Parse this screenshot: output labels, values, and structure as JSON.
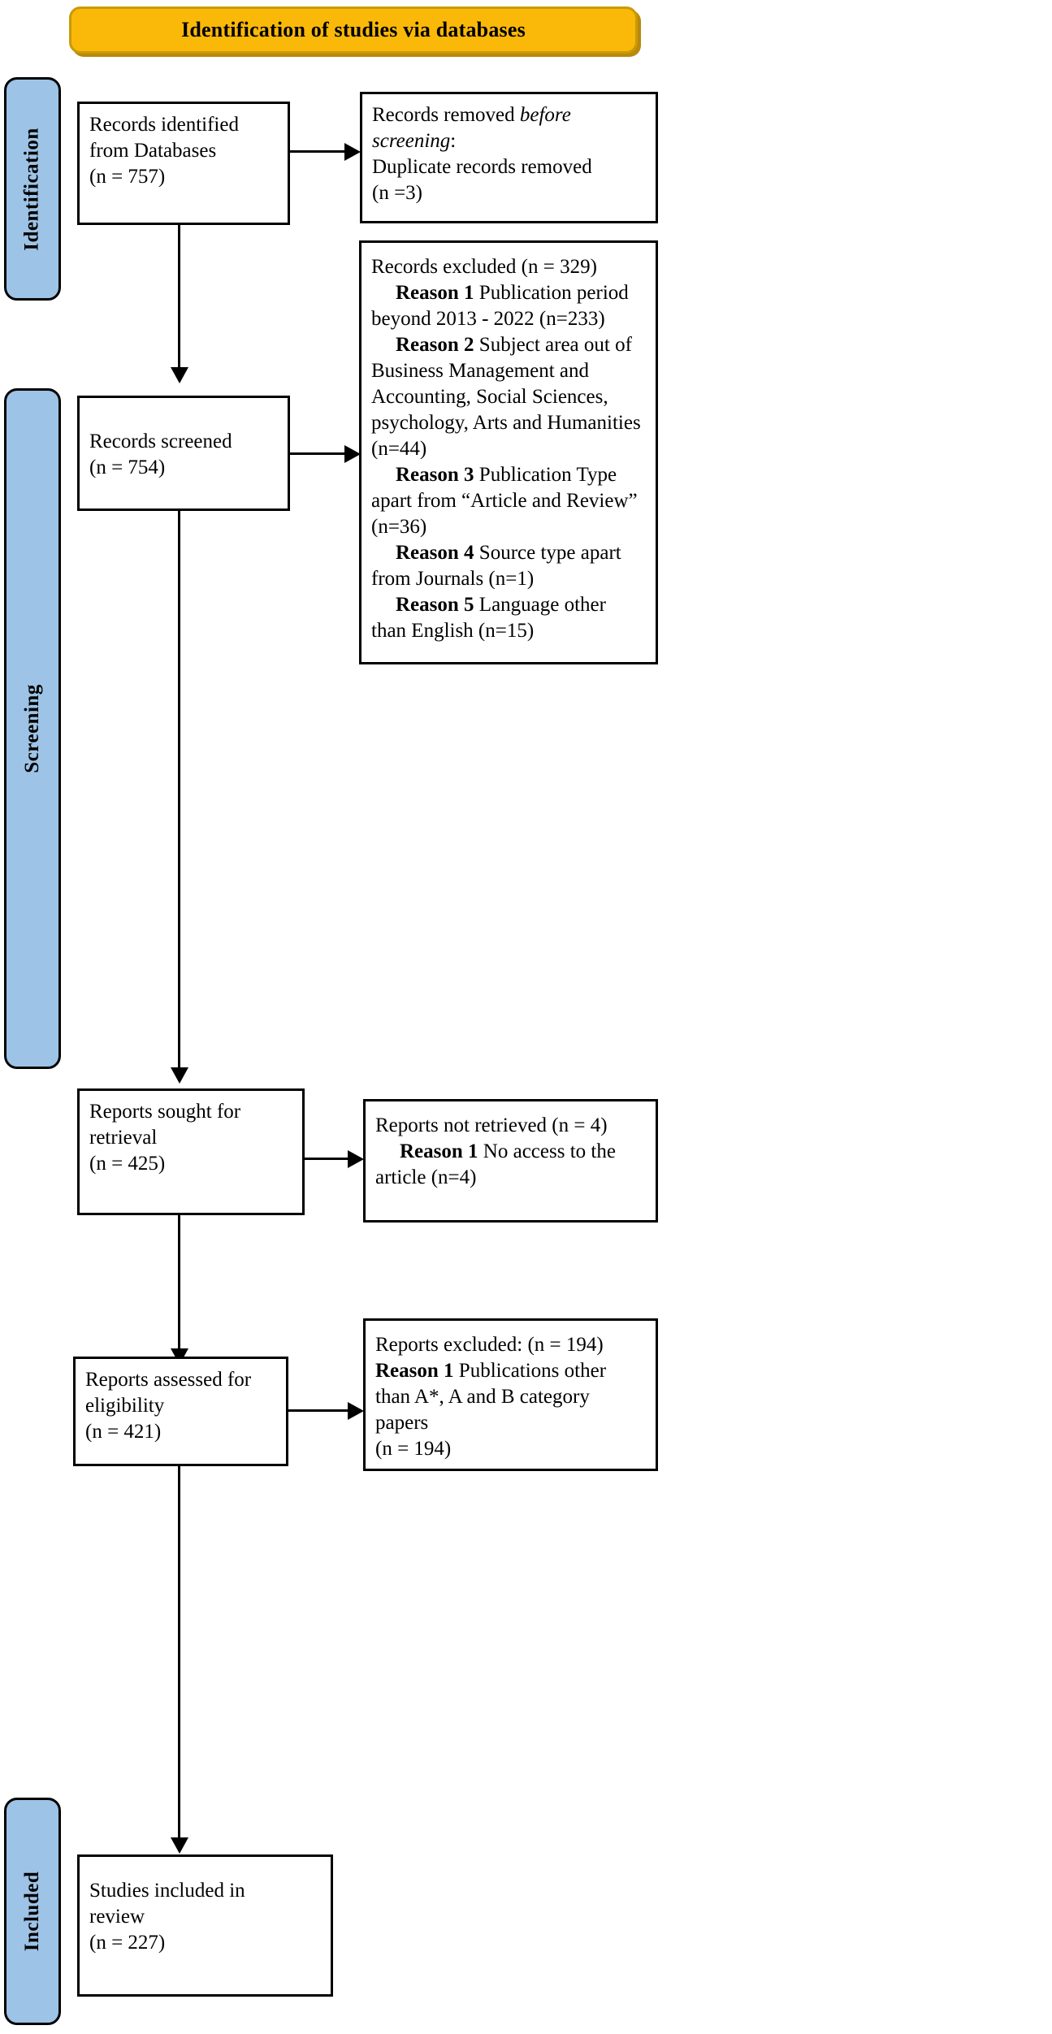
{
  "title": {
    "text": "Identification of studies via databases",
    "background_color": "#FAB908",
    "border_color": "#C99A09"
  },
  "stages": [
    {
      "id": "identification",
      "label": "Identification",
      "color": "#9DC3E6"
    },
    {
      "id": "screening",
      "label": "Screening",
      "color": "#9DC3E6"
    },
    {
      "id": "included",
      "label": "Included",
      "color": "#9DC3E6"
    }
  ],
  "boxes": {
    "records_identified": {
      "line1": "Records identified",
      "line2": "from Databases",
      "line3": "(n = 757)"
    },
    "records_removed": {
      "line1a": "Records removed ",
      "line1b": "before",
      "line2a": "screening",
      "line2b": ":",
      "line3": "Duplicate records removed",
      "line4": "(n =3)"
    },
    "records_screened": {
      "line1": "Records screened",
      "line2": "(n = 754)"
    },
    "records_excluded": {
      "header": "Records excluded (n = 329)",
      "reasons": [
        {
          "label": "Reason 1",
          "text": " Publication period beyond 2013 - 2022 (n=233)"
        },
        {
          "label": "Reason 2",
          "text": " Subject area out of Business Management and Accounting, Social Sciences, psychology, Arts and Humanities (n=44)"
        },
        {
          "label": "Reason 3",
          "text": " Publication Type apart from “Article and Review” (n=36)"
        },
        {
          "label": "Reason 4",
          "text": " Source type apart from Journals (n=1)"
        },
        {
          "label": "Reason 5",
          "text": " Language other than English (n=15)"
        }
      ]
    },
    "reports_sought": {
      "line1": "Reports sought for",
      "line2": "retrieval",
      "line3": "(n = 425)"
    },
    "reports_not_retrieved": {
      "header": "Reports not retrieved (n = 4)",
      "reason_label": "Reason 1",
      "reason_text": " No access to the article (n=4)"
    },
    "reports_assessed": {
      "line1": "Reports assessed for",
      "line2": "eligibility",
      "line3": "(n = 421)"
    },
    "reports_excluded": {
      "header": "Reports excluded: (n = 194)",
      "reason_label": "Reason 1",
      "reason_text": " Publications other than A*, A and B category papers",
      "reason_count": "(n = 194)"
    },
    "studies_included": {
      "line1": "Studies included in",
      "line2": "review",
      "line3": "(n = 227)"
    }
  },
  "chart_data": {
    "type": "diagram",
    "diagram_type": "PRISMA 2020 flow diagram",
    "title": "Identification of studies via databases",
    "nodes": [
      {
        "id": "records_identified",
        "stage": "Identification",
        "label": "Records identified from Databases",
        "n": 757
      },
      {
        "id": "records_removed",
        "stage": "Identification",
        "label": "Records removed before screening: Duplicate records removed",
        "n": 3
      },
      {
        "id": "records_screened",
        "stage": "Screening",
        "label": "Records screened",
        "n": 754
      },
      {
        "id": "records_excluded",
        "stage": "Screening",
        "label": "Records excluded",
        "n": 329
      },
      {
        "id": "reports_sought",
        "stage": "Screening",
        "label": "Reports sought for retrieval",
        "n": 425
      },
      {
        "id": "reports_not_retrieved",
        "stage": "Screening",
        "label": "Reports not retrieved",
        "n": 4
      },
      {
        "id": "reports_assessed",
        "stage": "Screening",
        "label": "Reports assessed for eligibility",
        "n": 421
      },
      {
        "id": "reports_excluded",
        "stage": "Screening",
        "label": "Reports excluded",
        "n": 194
      },
      {
        "id": "studies_included",
        "stage": "Included",
        "label": "Studies included in review",
        "n": 227
      }
    ],
    "edges": [
      {
        "from": "records_identified",
        "to": "records_removed",
        "direction": "right"
      },
      {
        "from": "records_identified",
        "to": "records_screened",
        "direction": "down"
      },
      {
        "from": "records_screened",
        "to": "records_excluded",
        "direction": "right"
      },
      {
        "from": "records_screened",
        "to": "reports_sought",
        "direction": "down"
      },
      {
        "from": "reports_sought",
        "to": "reports_not_retrieved",
        "direction": "right"
      },
      {
        "from": "reports_sought",
        "to": "reports_assessed",
        "direction": "down"
      },
      {
        "from": "reports_assessed",
        "to": "reports_excluded",
        "direction": "right"
      },
      {
        "from": "reports_assessed",
        "to": "studies_included",
        "direction": "down"
      }
    ],
    "exclusion_reasons": {
      "records_excluded": [
        {
          "reason": "Publication period beyond 2013 - 2022",
          "n": 233
        },
        {
          "reason": "Subject area out of Business Management and Accounting, Social Sciences, psychology, Arts and Humanities",
          "n": 44
        },
        {
          "reason": "Publication Type apart from “Article and Review”",
          "n": 36
        },
        {
          "reason": "Source type apart from Journals",
          "n": 1
        },
        {
          "reason": "Language other than English",
          "n": 15
        }
      ],
      "reports_not_retrieved": [
        {
          "reason": "No access to the article",
          "n": 4
        }
      ],
      "reports_excluded": [
        {
          "reason": "Publications other than A*, A and B category papers",
          "n": 194
        }
      ]
    }
  }
}
